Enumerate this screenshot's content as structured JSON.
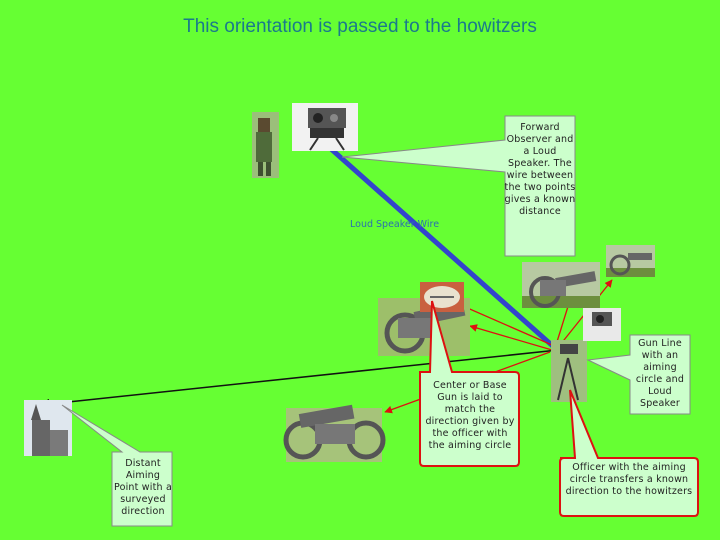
{
  "title": "This orientation is passed to the howitzers",
  "wire_label": "Loud Speaker Wire",
  "callouts": {
    "observer": "Forward Observer and a Loud Speaker. The wire between the two points gives a known distance",
    "gun_line": "Gun Line with an aiming circle and Loud Speaker",
    "base_gun": "Center or Base Gun is laid to match the direction given by the officer with the aiming circle",
    "aiming_point": "Distant Aiming Point with a surveyed direction",
    "officer": "Officer with the aiming circle transfers a known direction to the howitzers"
  },
  "colors": {
    "background": "#66ff33",
    "title": "#1a7a8c",
    "wire": "#3344cc",
    "direction_lines": "#dd1111",
    "callout_fill": "#ccffcc",
    "callout_border_red": "#dd1111"
  }
}
